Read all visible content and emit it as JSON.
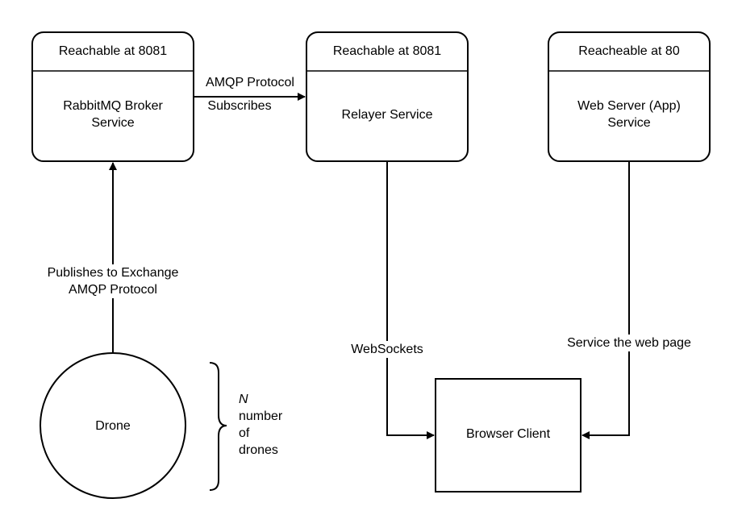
{
  "rabbitmq": {
    "header": "Reachable at 8081",
    "name": "RabbitMQ Broker\nService"
  },
  "relayer": {
    "header": "Reachable at 8081",
    "name": "Relayer Service"
  },
  "webserver": {
    "header": "Reacheable at 80",
    "name": "Web Server (App)\nService"
  },
  "drone": {
    "name": "Drone"
  },
  "browser": {
    "name": "Browser Client"
  },
  "edges": {
    "amqp_top": "AMQP Protocol",
    "subscribes": "Subscribes",
    "publishes": "Publishes to Exchange\nAMQP Protocol",
    "websockets": "WebSockets",
    "serve_page": "Service the web page"
  },
  "drones_note": {
    "n": "N",
    "rest": "number\nof\ndrones"
  }
}
